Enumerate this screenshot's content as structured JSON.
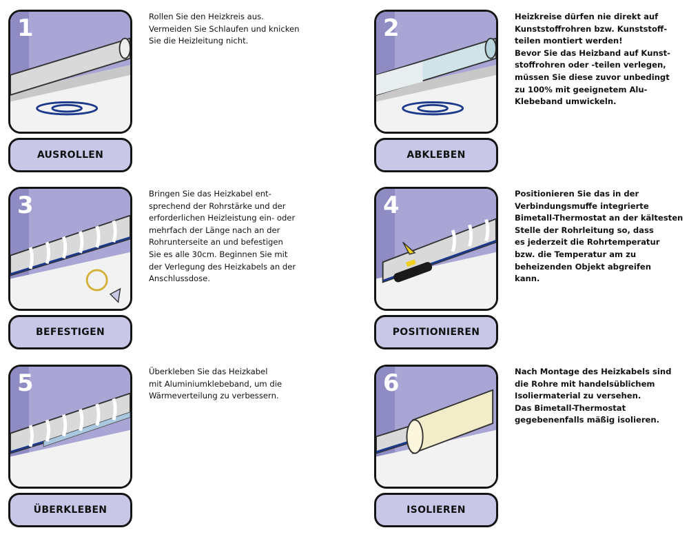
{
  "steps": [
    {
      "number": "1",
      "title": "AUSROLLEN",
      "text": "Rollen Sie den Heizkreis aus.\nVermeiden Sie Schlaufen und knicken\nSie die Heizleitung nicht."
    },
    {
      "number": "2",
      "title": "ABKLEBEN",
      "text": "Heizkreise dürfen nie direkt auf\nKunststoffrohren bzw. Kunststoff-\nteilen montiert werden!\nBevor Sie das Heizband auf Kunst-\nstoffrohren oder -teilen verlegen,\nmüssen Sie diese zuvor unbedingt\nzu 100% mit geeignetem Alu-\nKlebeband umwickeln."
    },
    {
      "number": "3",
      "title": "BEFESTIGEN",
      "text": "Bringen Sie das Heizkabel ent-\nsprechend der Rohrstärke und der\nerforderlichen Heizleistung ein- oder\nmehrfach der Länge nach an der\nRohrunterseite an und befestigen\nSie es alle 30cm. Beginnen Sie mit\nder Verlegung des Heizkabels an der\nAnschlussdose."
    },
    {
      "number": "4",
      "title": "POSITIONIEREN",
      "text": "Positionieren Sie das in der\nVerbindungsmuffe integrierte\nBimetall-Thermostat an der kältesten\nStelle der Rohrleitung so, dass\nes jederzeit die Rohrtemperatur\nbzw. die Temperatur am zu\nbeheizenden Objekt abgreifen\nkann."
    },
    {
      "number": "5",
      "title": "ÜBERKLEBEN",
      "text": "Überkleben Sie das Heizkabel\nmit Aluminiumklebeband, um die\nWärmeverteilung zu verbessern."
    },
    {
      "number": "6",
      "title": "ISOLIEREN",
      "text": "Nach Montage des Heizkabels sind\ndie Rohre mit handelsüblichem\nIsoliermaterial zu versehen.\nDas Bimetall-Thermostat\ngegebenenfalls mäßig isolieren."
    }
  ],
  "colors": {
    "wall": "#a9a6d6",
    "floor": "#f2f2f2",
    "label_bg": "#c9c7e8",
    "cable": "#1c3a8c",
    "pipe": "#d9d9d9",
    "insulation": "#f3ecc8"
  }
}
